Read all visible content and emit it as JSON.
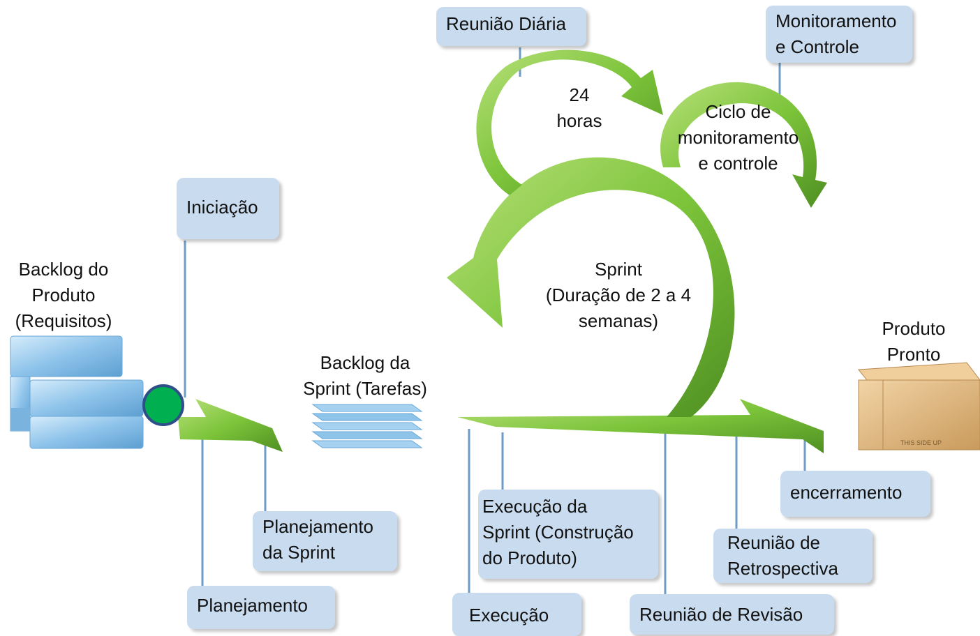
{
  "labels": {
    "reuniao_diaria": "Reunião Diária",
    "monitoramento": [
      "Monitoramento",
      "e Controle"
    ],
    "horas": [
      "24",
      "horas"
    ],
    "ciclo": [
      "Ciclo de",
      "monitoramento",
      "e controle"
    ],
    "iniciacao": "Iniciação",
    "backlog_produto": [
      "Backlog do",
      "Produto",
      "(Requisitos)"
    ],
    "sprint": [
      "Sprint",
      "(Duração de 2 a 4",
      "semanas)"
    ],
    "produto_pronto": [
      "Produto",
      "Pronto"
    ],
    "backlog_sprint": [
      "Backlog da",
      "Sprint (Tarefas)"
    ],
    "encerramento": "encerramento",
    "execucao_sprint": [
      "Execução da",
      "Sprint (Construção",
      "do Produto)"
    ],
    "planejamento_sprint": [
      "Planejamento",
      "da Sprint"
    ],
    "retrospectiva": [
      "Reunião de",
      "Retrospectiva"
    ],
    "planejamento": "Planejamento",
    "execucao": "Execução",
    "revisao": "Reunião de Revisão",
    "box_stamp": "THIS SIDE UP"
  },
  "colors": {
    "arrow_green": "#7cc43a",
    "arrow_dark": "#4f8f22",
    "box_fill": "#c9dcef",
    "connector": "#6f9cc6",
    "marker": "#00b050",
    "stack_blue": "#8ec3ea",
    "carton": "#e3bd86"
  }
}
